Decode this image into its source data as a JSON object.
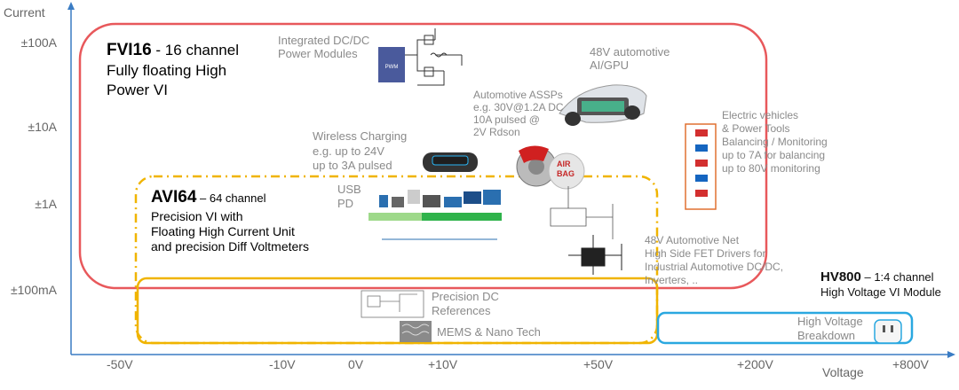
{
  "axes": {
    "y_title": "Current",
    "x_title": "Voltage",
    "y_ticks": [
      "±100A",
      "±10A",
      "±1A",
      "±100mA"
    ],
    "x_ticks": [
      "-50V",
      "-10V",
      "0V",
      "+10V",
      "+50V",
      "+200V",
      "+800V"
    ]
  },
  "fvi16": {
    "name": "FVI16",
    "subtitle": " - 16 channel",
    "line2": "Fully floating High",
    "line3": "Power VI",
    "color": "#e8585b"
  },
  "avi64": {
    "name": "AVI64",
    "subtitle": " – 64 channel",
    "line2": "Precision VI with",
    "line3": "Floating High Current Unit",
    "line4": "and precision Diff Voltmeters",
    "color": "#f0b400"
  },
  "hv800": {
    "name": "HV800",
    "subtitle": " – 1:4 channel",
    "line2": "High Voltage VI Module",
    "color": "#2aa8e0"
  },
  "applications": {
    "dcdc": [
      "Integrated DC/DC",
      "Power Modules"
    ],
    "automotive_48v": [
      "48V automotive",
      "AI/GPU"
    ],
    "assp": [
      "Automotive ASSPs",
      "e.g. 30V@1.2A DC",
      "10A pulsed @",
      "2V Rdson"
    ],
    "wireless": [
      "Wireless Charging",
      "e.g. up to 24V",
      "up to 3A pulsed"
    ],
    "usb": [
      "USB",
      "PD"
    ],
    "ev": [
      "Electric vehicles",
      "& Power Tools",
      "Balancing / Monitoring",
      "up to 7A for balancing",
      "up to 80V monitoring"
    ],
    "net48v": [
      "48V Automotive Net",
      "High Side FET Drivers for",
      "Industrial Automotive DC/DC,",
      "Inverters, .."
    ],
    "dc_ref": [
      "Precision DC",
      "References"
    ],
    "mems": "MEMS & Nano Tech",
    "hv_breakdown": [
      "High Voltage",
      "Breakdown"
    ],
    "airbag": [
      "AIR",
      "BAG"
    ],
    "pwm": "PWM"
  },
  "icons": [
    "dcdc-schematic-icon",
    "car-chassis-icon",
    "brake-disc-icon",
    "airbag-icon",
    "wireless-charger-icon",
    "usb-devices-icon",
    "battery-pack-icon",
    "fet-driver-icon",
    "dc-reference-icon",
    "mems-chip-icon",
    "power-socket-icon"
  ]
}
